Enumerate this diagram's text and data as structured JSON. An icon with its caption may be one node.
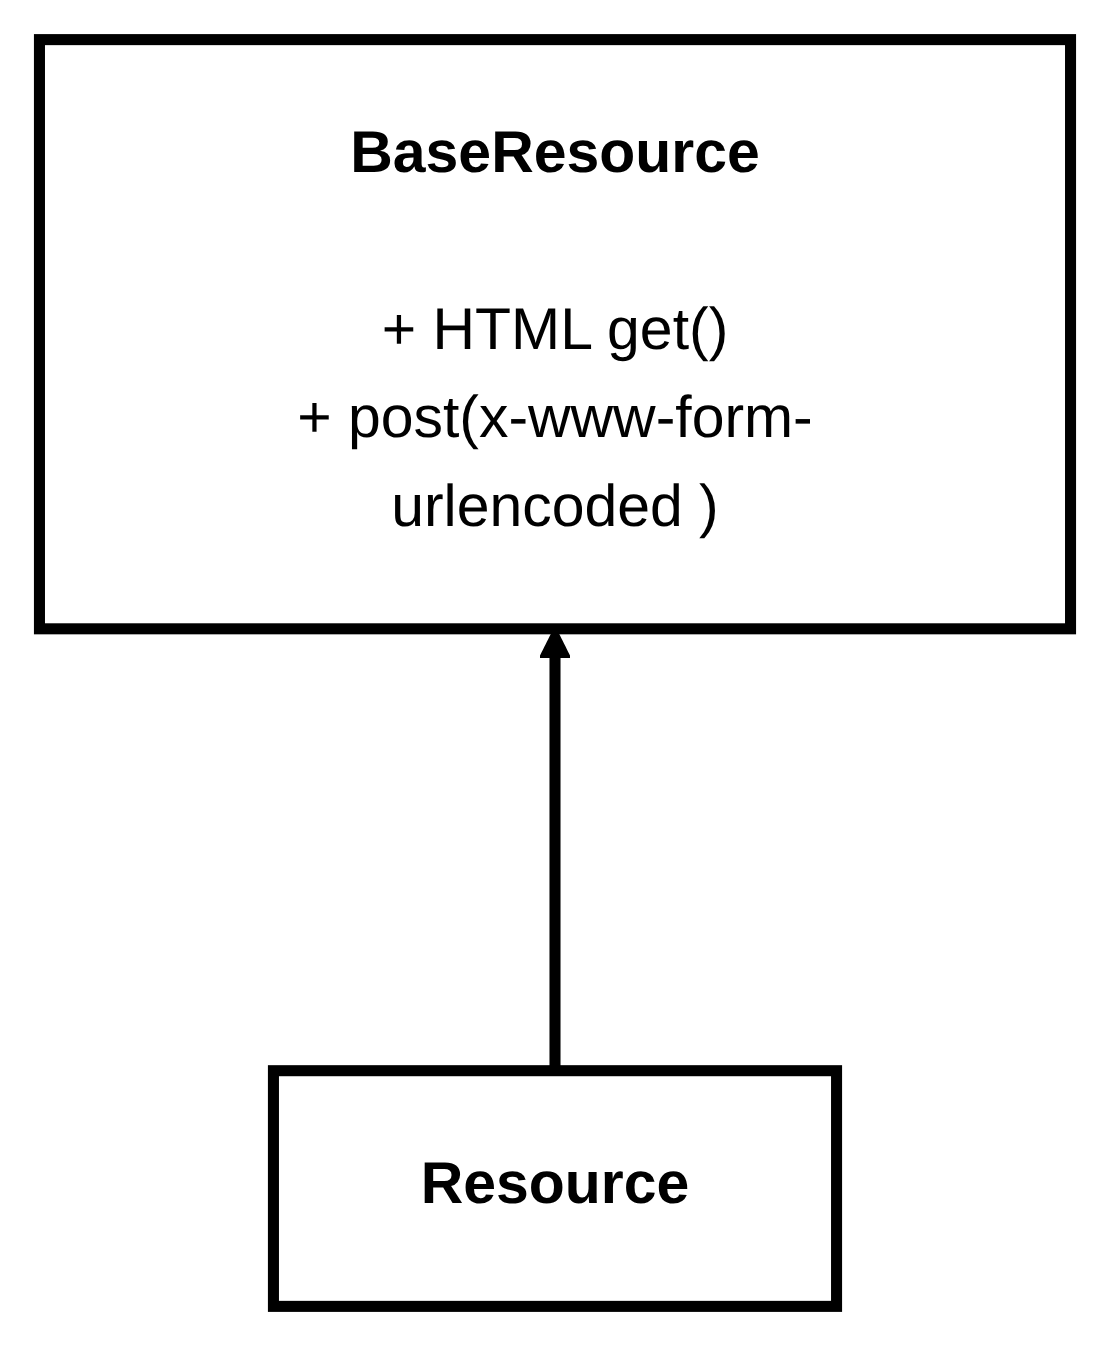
{
  "diagram": {
    "nodes": [
      {
        "text": [
          "BaseResource",
          "+ HTML get()",
          "+ post(x-www-form-urlencoded )"
        ]
      },
      {
        "text": [
          "Resource"
        ]
      }
    ],
    "edges": [
      {
        "from": 1,
        "to": 0,
        "arrow": "to"
      }
    ]
  }
}
